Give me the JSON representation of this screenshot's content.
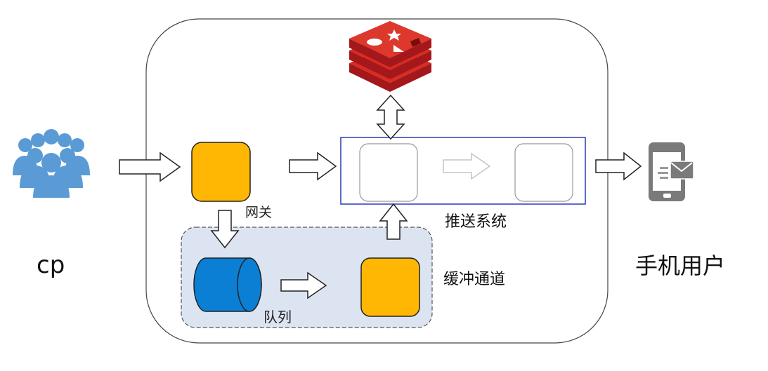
{
  "labels": {
    "cp": "cp",
    "gateway": "网关",
    "push_system": "推送系统",
    "buffer_channel": "缓冲通道",
    "queue": "队列",
    "mobile_user": "手机用户"
  },
  "colors": {
    "gateway_fill": "#FFB703",
    "queue_fill": "#0A7FD4",
    "buffer_area_fill": "#DCE4F2",
    "push_border": "#2A3BB8",
    "redis_red": "#D82C20",
    "users_blue": "#5B9BD5",
    "phone_gray": "#7A7A7A"
  },
  "icons": {
    "users": "users-group-icon",
    "redis": "redis-icon",
    "phone": "phone-message-icon"
  }
}
